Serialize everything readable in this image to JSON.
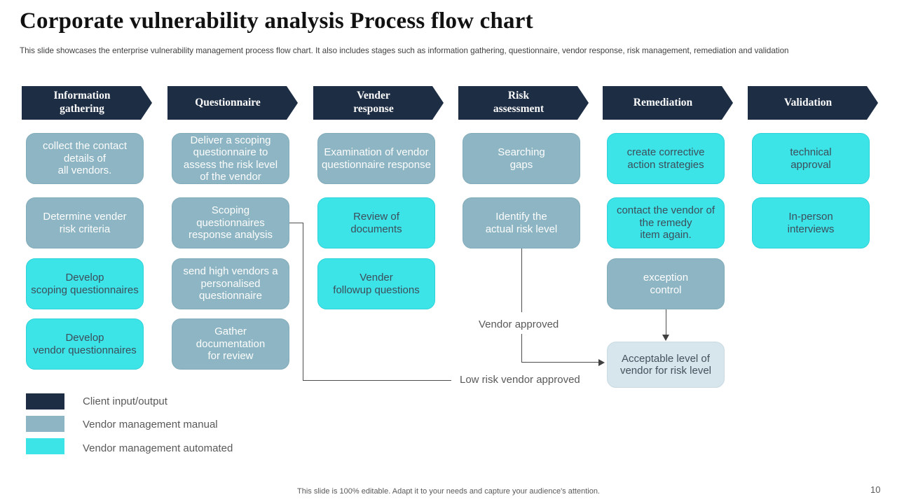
{
  "slide": {
    "title": "Corporate vulnerability analysis Process flow chart",
    "subtitle": "This slide showcases the enterprise vulnerability management process flow chart. It also includes stages such as information gathering, questionnaire, vendor response, risk management, remediation and validation",
    "footer_note": "This slide is 100% editable. Adapt it to your needs and capture your audience's attention.",
    "page_number": "10"
  },
  "colors": {
    "client_input_output": "#1d2d44",
    "vendor_management_manual": "#8db5c3",
    "vendor_management_automated": "#3ce4e8",
    "result_box": "#d7e5ec",
    "connector": "#4d4d4d"
  },
  "flow": {
    "columns": [
      {
        "header": "Information\ngathering",
        "boxes": [
          {
            "text": "collect the contact\ndetails of\nall vendors.",
            "type": "manual"
          },
          {
            "text": "Determine vender\nrisk criteria",
            "type": "manual"
          },
          {
            "text": "Develop\nscoping questionnaires",
            "type": "automated"
          },
          {
            "text": "Develop\nvendor questionnaires",
            "type": "automated"
          }
        ]
      },
      {
        "header": "Questionnaire",
        "boxes": [
          {
            "text": "Deliver a scoping\nquestionnaire to\nassess the risk level\nof the vendor",
            "type": "manual"
          },
          {
            "text": "Scoping\nquestionnaires\nresponse analysis",
            "type": "manual"
          },
          {
            "text": "send high vendors a\npersonalised\nquestionnaire",
            "type": "manual"
          },
          {
            "text": "Gather\ndocumentation\nfor review",
            "type": "manual"
          }
        ]
      },
      {
        "header": "Vender\nresponse",
        "boxes": [
          {
            "text": "Examination of vendor\nquestionnaire response",
            "type": "manual"
          },
          {
            "text": "Review of\ndocuments",
            "type": "automated"
          },
          {
            "text": "Vender\nfollowup questions",
            "type": "automated"
          }
        ]
      },
      {
        "header": "Risk\nassessment",
        "boxes": [
          {
            "text": "Searching\ngaps",
            "type": "manual"
          },
          {
            "text": "Identify the\nactual risk level",
            "type": "manual"
          }
        ]
      },
      {
        "header": "Remediation",
        "boxes": [
          {
            "text": "create corrective\naction strategies",
            "type": "automated"
          },
          {
            "text": "contact the vendor of\nthe remedy\nitem again.",
            "type": "automated"
          },
          {
            "text": "exception\ncontrol",
            "type": "manual"
          },
          {
            "text": "Acceptable level of\nvendor for risk level",
            "type": "result"
          }
        ]
      },
      {
        "header": "Validation",
        "boxes": [
          {
            "text": "technical\napproval",
            "type": "automated"
          },
          {
            "text": "In-person\ninterviews",
            "type": "automated"
          }
        ]
      }
    ],
    "connector_labels": {
      "vendor_approved": "Vendor approved",
      "low_risk_vendor_approved": "Low risk vendor approved"
    }
  },
  "legend": {
    "items": [
      {
        "label": "Client input/output",
        "color": "#1d2d44"
      },
      {
        "label": "Vendor management manual",
        "color": "#8db5c3"
      },
      {
        "label": "Vendor management automated",
        "color": "#3ce4e8"
      }
    ]
  }
}
